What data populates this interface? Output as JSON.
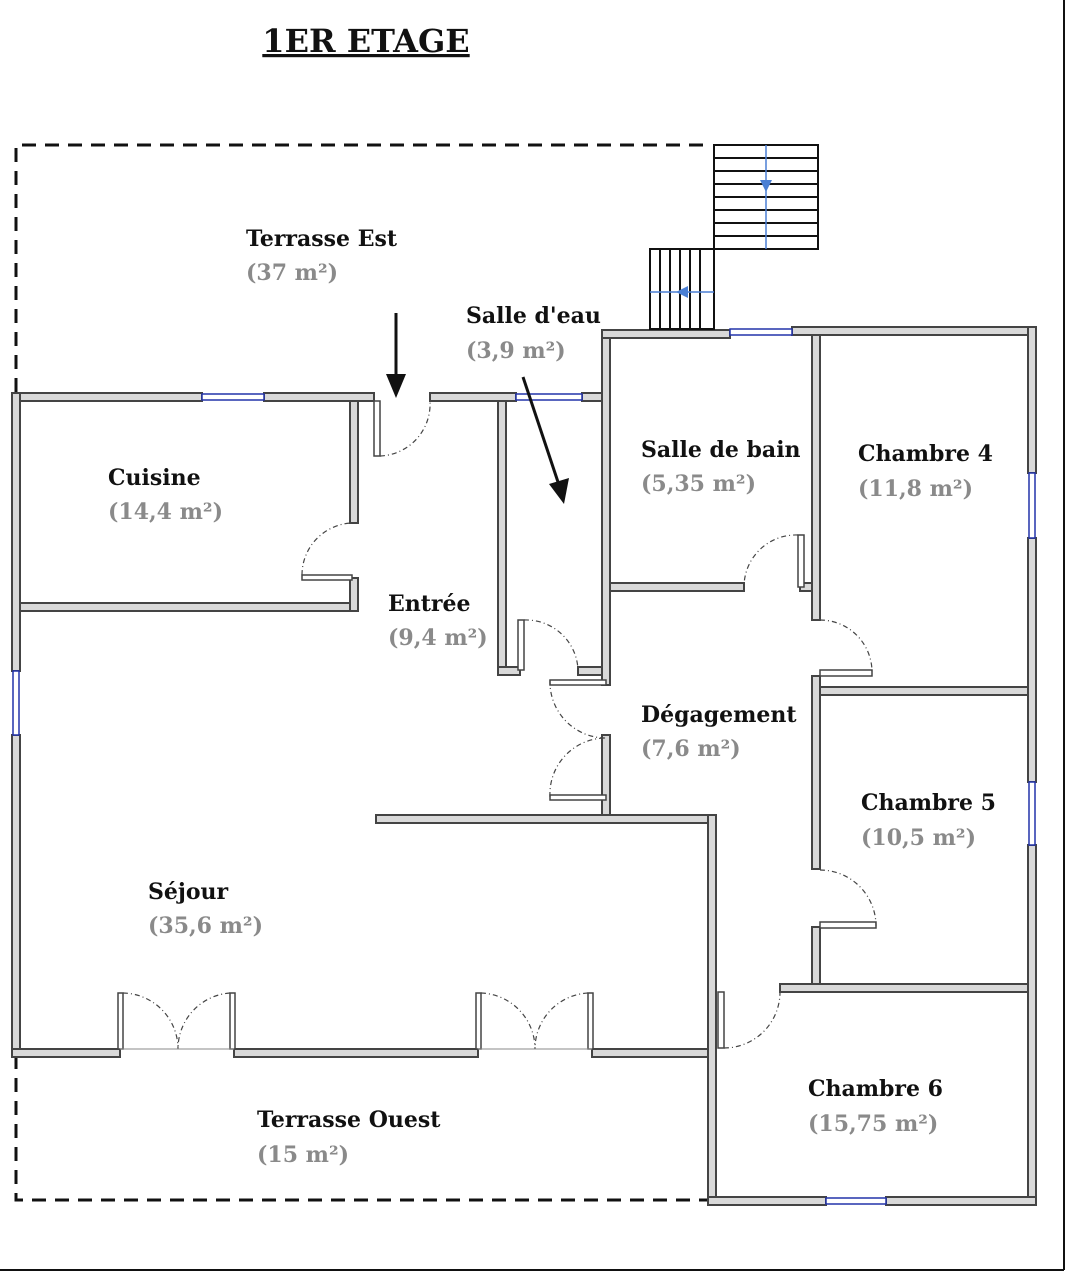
{
  "page": {
    "title": "1ER ETAGE"
  },
  "rooms": [
    {
      "key": "terrasse_est",
      "name": "Terrasse Est",
      "area": "(37 m²)"
    },
    {
      "key": "salle_eau",
      "name": "Salle d'eau",
      "area": "(3,9 m²)"
    },
    {
      "key": "cuisine",
      "name": "Cuisine",
      "area": "(14,4 m²)"
    },
    {
      "key": "entree",
      "name": "Entrée",
      "area": "(9,4 m²)"
    },
    {
      "key": "salle_bain",
      "name": "Salle de bain",
      "area": "(5,35 m²)"
    },
    {
      "key": "chambre_4",
      "name": "Chambre 4",
      "area": "(11,8 m²)"
    },
    {
      "key": "degagement",
      "name": "Dégagement",
      "area": "(7,6 m²)"
    },
    {
      "key": "chambre_5",
      "name": "Chambre 5",
      "area": "(10,5 m²)"
    },
    {
      "key": "sejour",
      "name": "Séjour",
      "area": "(35,6 m²)"
    },
    {
      "key": "chambre_6",
      "name": "Chambre 6",
      "area": "(15,75 m²)"
    },
    {
      "key": "terrasse_ouest",
      "name": "Terrasse Ouest",
      "area": "(15 m²)"
    }
  ],
  "colors": {
    "wall_fill": "#d9d9d9",
    "wall_stroke": "#444444",
    "window": "#2233aa",
    "area_text": "#8a8a8a",
    "stair_arrow": "#4a7fd4"
  }
}
